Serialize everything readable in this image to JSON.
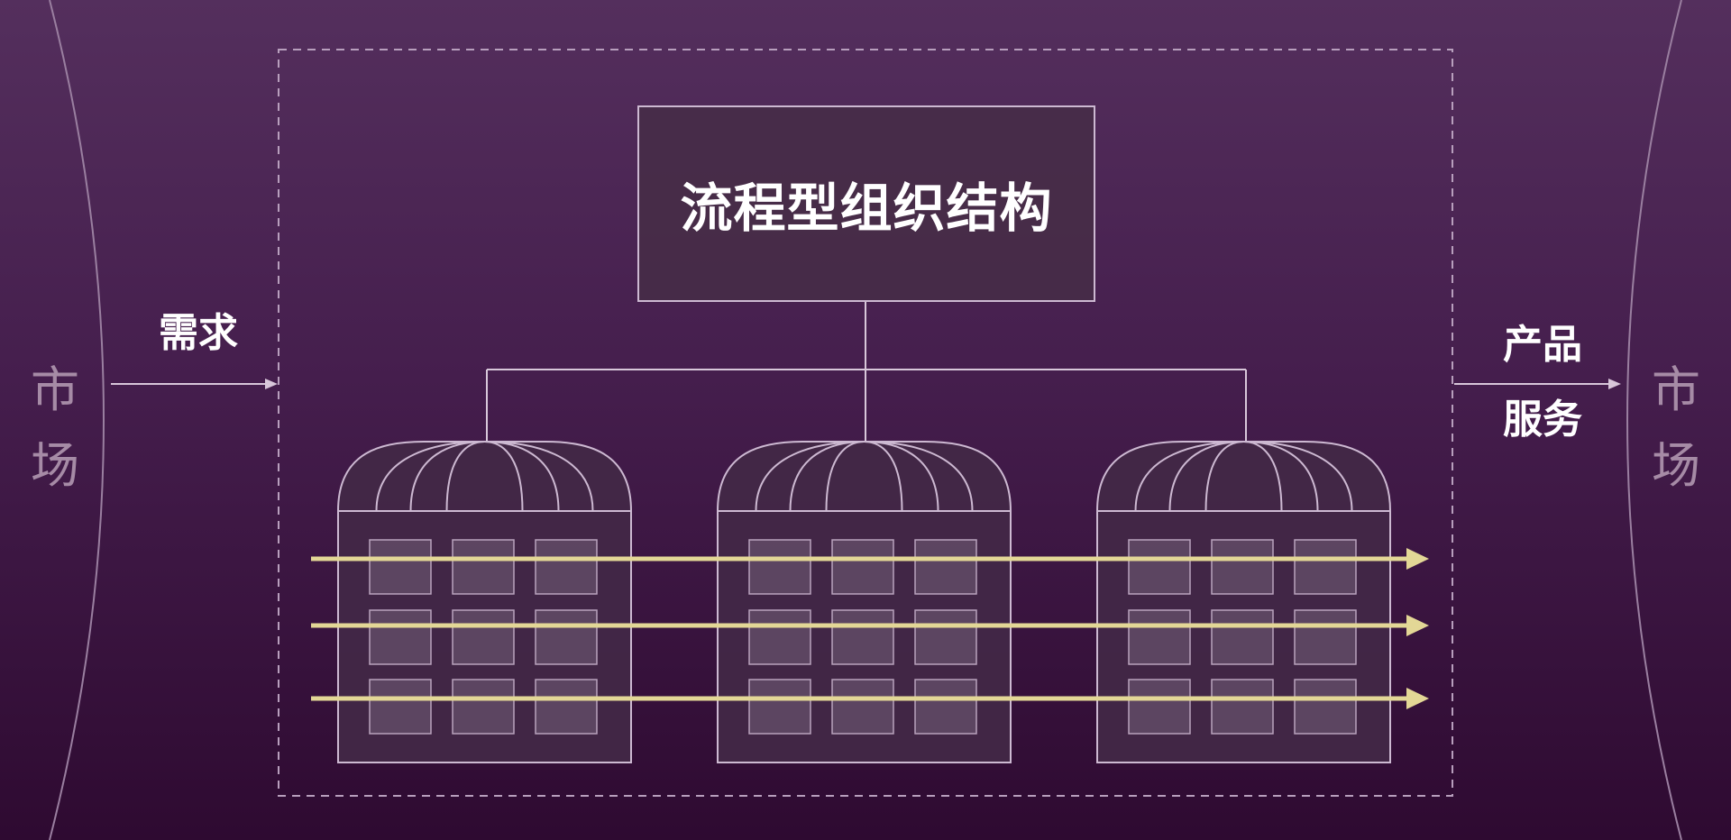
{
  "diagram": {
    "title": "流程型组织结构",
    "left_market": [
      "市",
      "场"
    ],
    "right_market": [
      "市",
      "场"
    ],
    "input_label": "需求",
    "output_labels": [
      "产品",
      "服务"
    ]
  },
  "colors": {
    "background_top": "#542f5d",
    "background_bottom": "#2e0a31",
    "outline": "#cdb9d2",
    "process_arrow": "#e3d796",
    "market_text": "#a68ba6"
  },
  "departments": [
    {
      "name": "department-1",
      "cells": 9
    },
    {
      "name": "department-2",
      "cells": 9
    },
    {
      "name": "department-3",
      "cells": 9
    }
  ],
  "process_flows": [
    {
      "name": "process-1"
    },
    {
      "name": "process-2"
    },
    {
      "name": "process-3"
    }
  ]
}
